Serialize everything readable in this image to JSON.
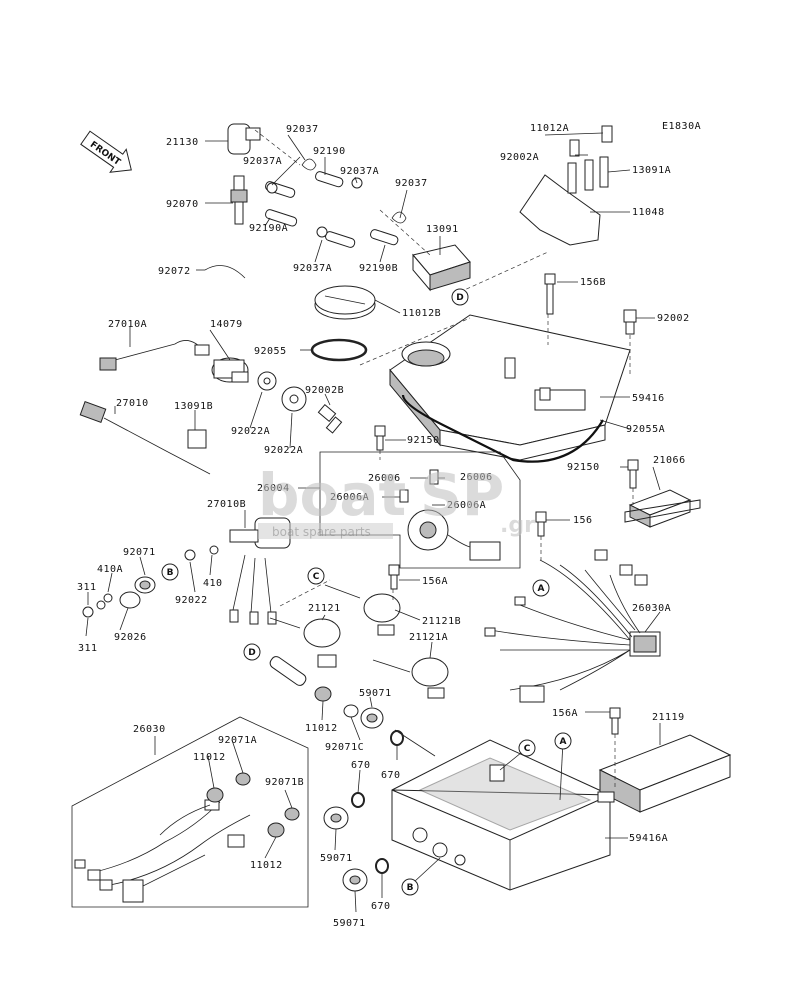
{
  "diagram_code": "E1830A",
  "front_label": "FRONT",
  "watermark": {
    "brand_a": "boat",
    "brand_b": "SP",
    "tld": ".gr",
    "tagline": "boat spare parts"
  },
  "labels": {
    "p21130": "21130",
    "p92037_a": "92037",
    "p92190": "92190",
    "p92037A_a": "92037A",
    "p92037A_b": "92037A",
    "p92037_b": "92037",
    "p92070": "92070",
    "p92190A": "92190A",
    "p92037A_c": "92037A",
    "p92190B": "92190B",
    "p13091": "13091",
    "p92072": "92072",
    "p11012A": "11012A",
    "p92002A": "92002A",
    "p13091A": "13091A",
    "p11048": "11048",
    "p156B": "156B",
    "p92002": "92002",
    "p27010A": "27010A",
    "p14079": "14079",
    "p11012B": "11012B",
    "p92055": "92055",
    "p92002B": "92002B",
    "p59416": "59416",
    "p27010": "27010",
    "p13091B": "13091B",
    "p92022A_a": "92022A",
    "p92022A_b": "92022A",
    "p92150_a": "92150",
    "p92055A": "92055A",
    "p26006_a": "26006",
    "p26006_b": "26006",
    "p92150_b": "92150",
    "p21066": "21066",
    "p26004": "26004",
    "p26006A_a": "26006A",
    "p26006A_b": "26006A",
    "p27010B": "27010B",
    "p156": "156",
    "p92071": "92071",
    "p410A": "410A",
    "p156A_a": "156A",
    "p311_a": "311",
    "p410": "410",
    "p92022": "92022",
    "p26030A": "26030A",
    "p92026": "92026",
    "p311_b": "311",
    "p21121": "21121",
    "p21121B": "21121B",
    "p21121A": "21121A",
    "p59071_a": "59071",
    "p11012_a": "11012",
    "p92071C": "92071C",
    "p156A_b": "156A",
    "p21119": "21119",
    "p26030": "26030",
    "p92071A": "92071A",
    "p11012_b": "11012",
    "p92071B": "92071B",
    "p670_a": "670",
    "p670_b": "670",
    "p59416A": "59416A",
    "p59071_b": "59071",
    "p11012_c": "11012",
    "p670_c": "670",
    "p59071_c": "59071"
  },
  "callouts": {
    "A": "A",
    "B": "B",
    "C": "C",
    "D": "D"
  }
}
